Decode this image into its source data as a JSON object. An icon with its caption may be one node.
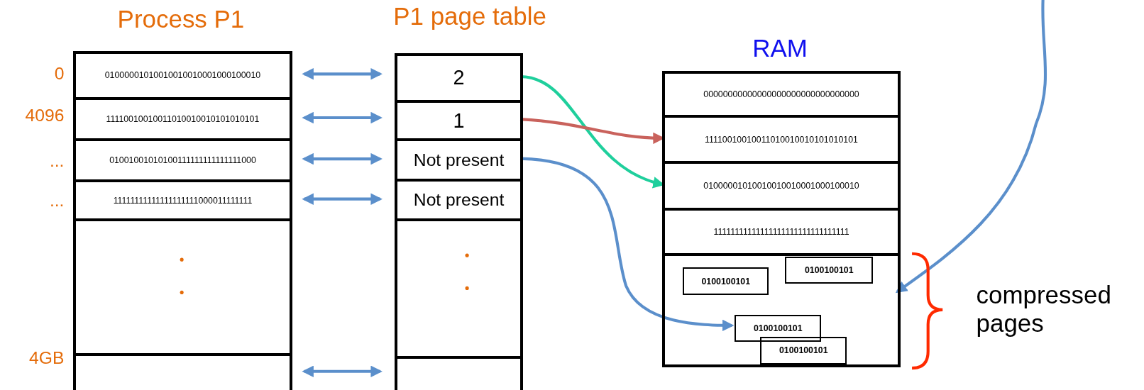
{
  "diagram": {
    "nodes": [
      {
        "text": [
          "Process P1"
        ]
      },
      {
        "text": [
          "01000001010010010010001000100010"
        ],
        "in": 0
      },
      {
        "text": [
          "11110010010011010010010101010101"
        ],
        "in": 0
      },
      {
        "text": [
          "01001001010100111111111111111000"
        ],
        "in": 0
      },
      {
        "text": [
          "11111111111111111111000011111111"
        ],
        "in": 0
      },
      {
        "text": [],
        "shape": "box",
        "in": 0
      },
      {
        "text": [],
        "shape": "box",
        "in": 0
      },
      {
        "text": [
          "P1 page table"
        ]
      },
      {
        "text": [
          "2"
        ],
        "in": 7
      },
      {
        "text": [
          "1"
        ],
        "in": 7
      },
      {
        "text": [
          "Not present"
        ],
        "in": 7
      },
      {
        "text": [
          "Not present"
        ],
        "in": 7
      },
      {
        "text": [],
        "shape": "box",
        "in": 7
      },
      {
        "text": [],
        "shape": "box",
        "in": 7
      },
      {
        "text": [
          "RAM"
        ]
      },
      {
        "text": [
          "00000000000000000000000000000000"
        ],
        "in": 14
      },
      {
        "text": [
          "11110010010011010010010101010101"
        ],
        "in": 14
      },
      {
        "text": [
          "01000001010010010010001000100010"
        ],
        "in": 14
      },
      {
        "text": [
          "11111111111111111111111111111111"
        ],
        "in": 14
      },
      {
        "text": [],
        "shape": "box",
        "in": 14
      },
      {
        "text": [
          "0100100101"
        ],
        "in": 19
      },
      {
        "text": [
          "0100100101"
        ],
        "in": 19
      },
      {
        "text": [
          "0100100101"
        ],
        "in": 19
      },
      {
        "text": [
          "0100100101"
        ],
        "in": 19
      }
    ],
    "edges": [
      {
        "from": 1,
        "to": 8,
        "arrow": "both"
      },
      {
        "from": 2,
        "to": 9,
        "arrow": "both"
      },
      {
        "from": 3,
        "to": 10,
        "arrow": "both"
      },
      {
        "from": 4,
        "to": 11,
        "arrow": "both"
      },
      {
        "from": 6,
        "to": 13,
        "arrow": "both"
      },
      {
        "from": 8,
        "to": 17,
        "arrow": "to",
        "color": "#1fcf9c"
      },
      {
        "from": 9,
        "to": 16,
        "arrow": "to",
        "color": "#c9625c"
      },
      {
        "from": 10,
        "to": 22,
        "arrow": "to"
      },
      {
        "from": null,
        "to": 19,
        "arrow": "to"
      }
    ],
    "labels": [
      "0",
      "4096",
      "...",
      "...",
      "4GB",
      "compressed pages"
    ]
  }
}
